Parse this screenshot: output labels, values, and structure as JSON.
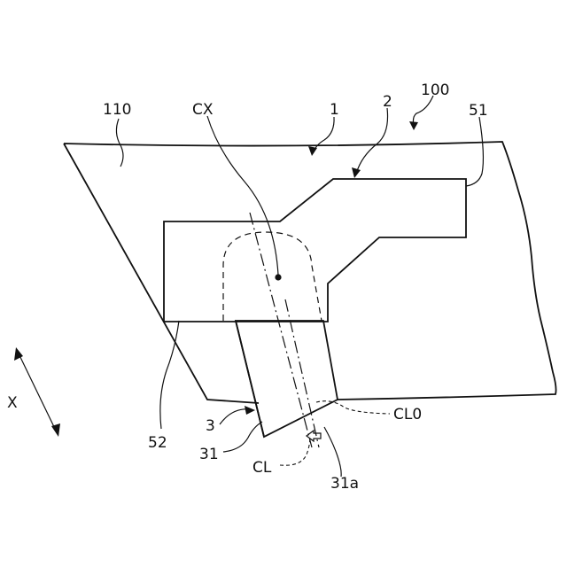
{
  "labels": {
    "assembly": "100",
    "panel": "110",
    "body": "1",
    "cover": "2",
    "edge_51": "51",
    "edge_52": "52",
    "arm": "3",
    "arm_body": "31",
    "arm_tip": "31a",
    "cx": "CX",
    "cl": "CL",
    "cl0": "CL0",
    "axis_x": "X"
  }
}
